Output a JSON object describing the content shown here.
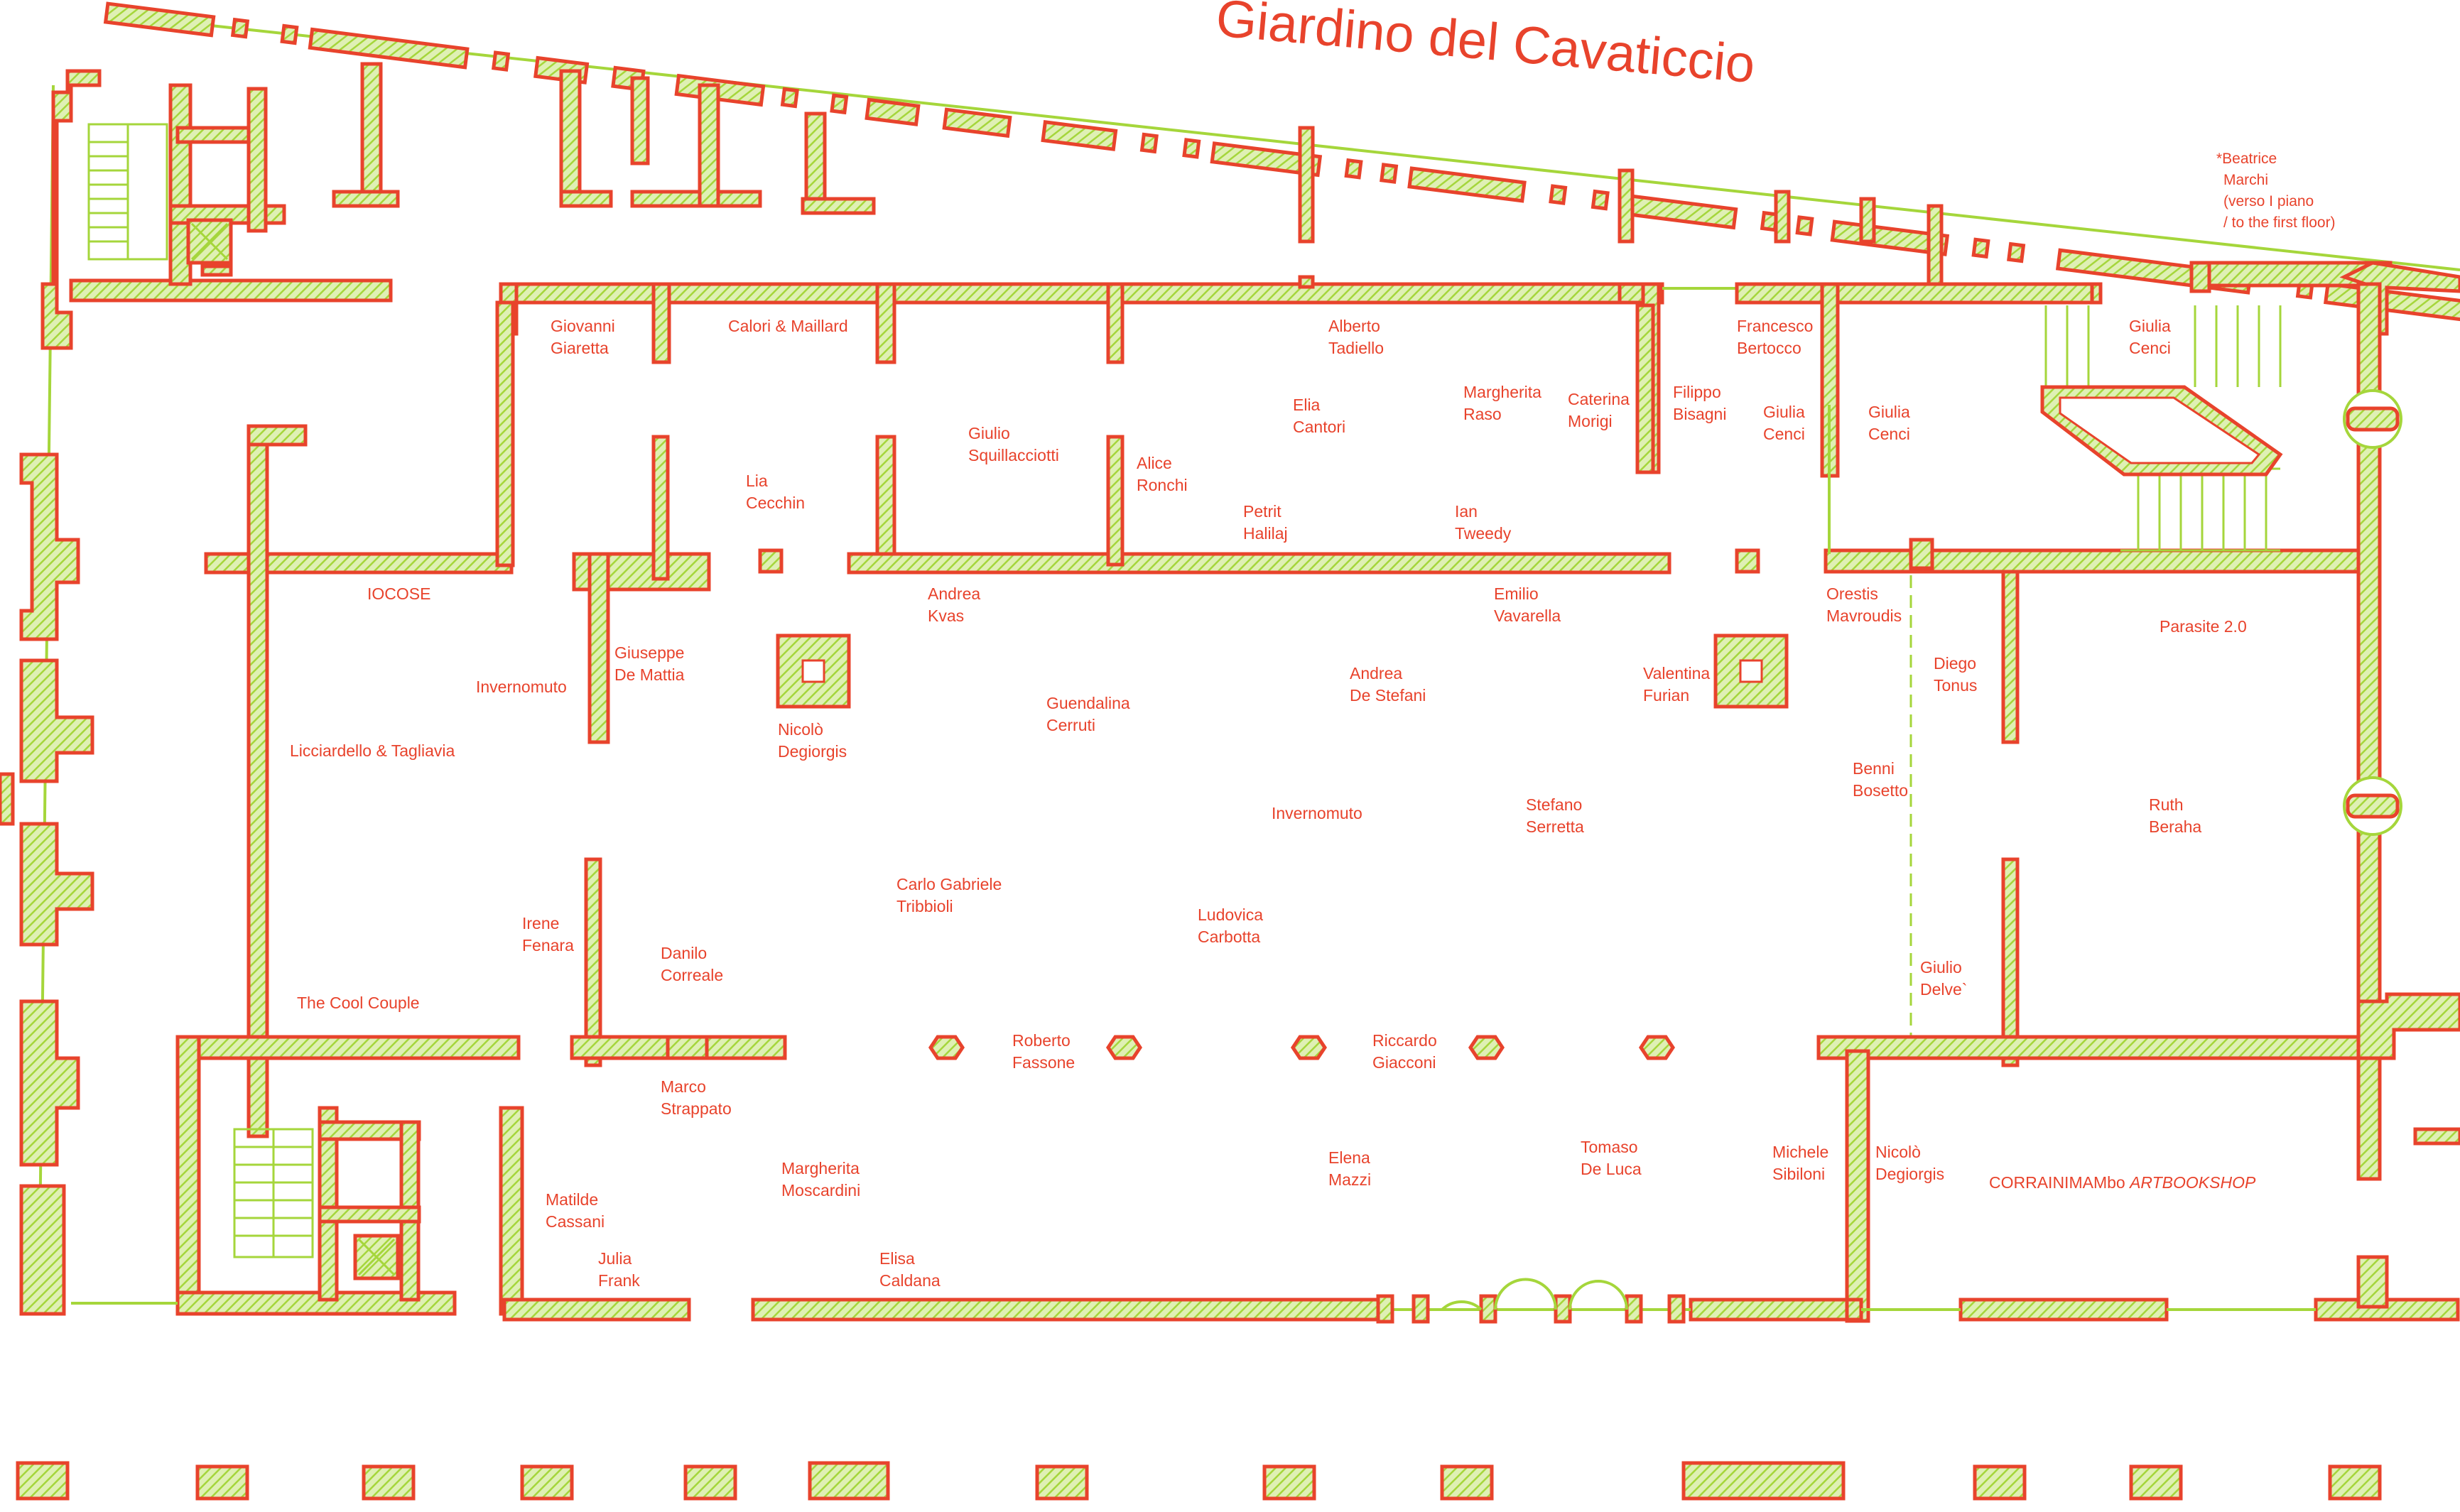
{
  "title": "Giardino del Cavaticcio",
  "note": [
    "*Beatrice",
    "Marchi",
    "(verso I piano",
    "/ to the first floor)"
  ],
  "bookshop": {
    "prefix": "CORRAINIMAMbo ",
    "name": "ARTBOOKSHOP"
  },
  "colors": {
    "wall_stroke": "#e8432c",
    "hatch": "#a5d63b",
    "text": "#e8432c"
  },
  "labels": [
    {
      "id": "giovanni-giaretta",
      "lines": [
        "Giovanni",
        "Giaretta"
      ]
    },
    {
      "id": "calori-maillard",
      "lines": [
        "Calori & Maillard"
      ]
    },
    {
      "id": "alberto-tadiello",
      "lines": [
        "Alberto",
        "Tadiello"
      ]
    },
    {
      "id": "francesco-bertocco",
      "lines": [
        "Francesco",
        "Bertocco"
      ]
    },
    {
      "id": "giulia-cenci-1",
      "lines": [
        "Giulia",
        "Cenci"
      ]
    },
    {
      "id": "elia-cantori",
      "lines": [
        "Elia",
        "Cantori"
      ]
    },
    {
      "id": "margherita-raso",
      "lines": [
        "Margherita",
        "Raso"
      ]
    },
    {
      "id": "caterina-morigi",
      "lines": [
        "Caterina",
        "Morigi"
      ]
    },
    {
      "id": "filippo-bisagni",
      "lines": [
        "Filippo",
        "Bisagni"
      ]
    },
    {
      "id": "giulia-cenci-2",
      "lines": [
        "Giulia",
        "Cenci"
      ]
    },
    {
      "id": "giulia-cenci-3",
      "lines": [
        "Giulia",
        "Cenci"
      ]
    },
    {
      "id": "giulio-squillacciotti",
      "lines": [
        "Giulio",
        "Squillacciotti"
      ]
    },
    {
      "id": "lia-cecchin",
      "lines": [
        "Lia",
        "Cecchin"
      ]
    },
    {
      "id": "alice-ronchi",
      "lines": [
        "Alice",
        "Ronchi"
      ]
    },
    {
      "id": "petrit-halilaj",
      "lines": [
        "Petrit",
        "Halilaj"
      ]
    },
    {
      "id": "ian-tweedy",
      "lines": [
        "Ian",
        "Tweedy"
      ]
    },
    {
      "id": "iocose",
      "lines": [
        "IOCOSE"
      ]
    },
    {
      "id": "andrea-kvas",
      "lines": [
        "Andrea",
        "Kvas"
      ]
    },
    {
      "id": "emilio-vavarella",
      "lines": [
        "Emilio",
        "Vavarella"
      ]
    },
    {
      "id": "orestis-mavroudis",
      "lines": [
        "Orestis",
        "Mavroudis"
      ]
    },
    {
      "id": "parasite",
      "lines": [
        "Parasite 2.0"
      ]
    },
    {
      "id": "giuseppe-de-mattia",
      "lines": [
        "Giuseppe",
        "De Mattia"
      ]
    },
    {
      "id": "invernomuto-1",
      "lines": [
        "Invernomuto"
      ]
    },
    {
      "id": "andrea-de-stefani",
      "lines": [
        "Andrea",
        "De Stefani"
      ]
    },
    {
      "id": "valentina-furian",
      "lines": [
        "Valentina",
        "Furian"
      ]
    },
    {
      "id": "diego-tonus",
      "lines": [
        "Diego",
        "Tonus"
      ]
    },
    {
      "id": "guendalina-cerruti",
      "lines": [
        "Guendalina",
        "Cerruti"
      ]
    },
    {
      "id": "nicolo-degiorgis-1",
      "lines": [
        "Nicolò",
        "Degiorgis"
      ]
    },
    {
      "id": "licciardello-tagliavia",
      "lines": [
        "Licciardello & Tagliavia"
      ]
    },
    {
      "id": "benni-bosetto",
      "lines": [
        "Benni",
        "Bosetto"
      ]
    },
    {
      "id": "invernomuto-2",
      "lines": [
        "Invernomuto"
      ]
    },
    {
      "id": "stefano-serretta",
      "lines": [
        "Stefano",
        "Serretta"
      ]
    },
    {
      "id": "ruth-beraha",
      "lines": [
        "Ruth",
        "Beraha"
      ]
    },
    {
      "id": "carlo-gabriele-tribbioli",
      "lines": [
        "Carlo Gabriele",
        "Tribbioli"
      ]
    },
    {
      "id": "ludovica-carbotta",
      "lines": [
        "Ludovica",
        "Carbotta"
      ]
    },
    {
      "id": "irene-fenara",
      "lines": [
        "Irene",
        "Fenara"
      ]
    },
    {
      "id": "danilo-correale",
      "lines": [
        "Danilo",
        "Correale"
      ]
    },
    {
      "id": "giulio-delve",
      "lines": [
        "Giulio",
        "Delve`"
      ]
    },
    {
      "id": "the-cool-couple",
      "lines": [
        "The Cool Couple"
      ]
    },
    {
      "id": "roberto-fassone",
      "lines": [
        "Roberto",
        "Fassone"
      ]
    },
    {
      "id": "riccardo-giacconi",
      "lines": [
        "Riccardo",
        "Giacconi"
      ]
    },
    {
      "id": "marco-strappato",
      "lines": [
        "Marco",
        "Strappato"
      ]
    },
    {
      "id": "elena-mazzi",
      "lines": [
        "Elena",
        "Mazzi"
      ]
    },
    {
      "id": "tomaso-de-luca",
      "lines": [
        "Tomaso",
        "De Luca"
      ]
    },
    {
      "id": "michele-sibiloni",
      "lines": [
        "Michele",
        "Sibiloni"
      ]
    },
    {
      "id": "nicolo-degiorgis-2",
      "lines": [
        "Nicolò",
        "Degiorgis"
      ]
    },
    {
      "id": "margherita-moscardini",
      "lines": [
        "Margherita",
        "Moscardini"
      ]
    },
    {
      "id": "matilde-cassani",
      "lines": [
        "Matilde",
        "Cassani"
      ]
    },
    {
      "id": "julia-frank",
      "lines": [
        "Julia",
        "Frank"
      ]
    },
    {
      "id": "elisa-caldana",
      "lines": [
        "Elisa",
        "Caldana"
      ]
    }
  ]
}
